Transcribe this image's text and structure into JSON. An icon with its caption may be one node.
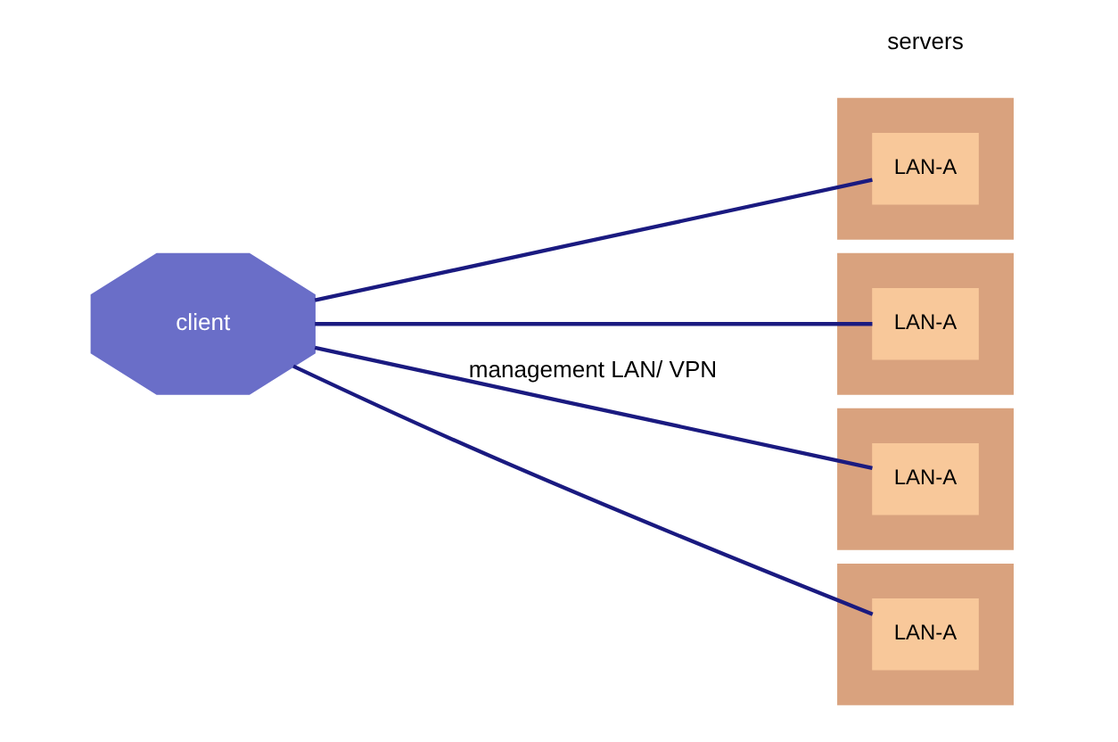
{
  "diagram": {
    "nodes": [
      {
        "text": [
          "client"
        ]
      },
      {
        "text": [],
        "shape": "box"
      },
      {
        "text": [
          "LAN-A"
        ],
        "in": 1
      },
      {
        "text": [],
        "shape": "box"
      },
      {
        "text": [
          "LAN-A"
        ],
        "in": 3
      },
      {
        "text": [],
        "shape": "box"
      },
      {
        "text": [
          "LAN-A"
        ],
        "in": 5
      },
      {
        "text": [],
        "shape": "box"
      },
      {
        "text": [
          "LAN-A"
        ],
        "in": 7
      }
    ],
    "edges": [
      {
        "from": 0,
        "to": 2,
        "arrow": "none"
      },
      {
        "from": 0,
        "to": 4,
        "arrow": "none"
      },
      {
        "from": 0,
        "to": 6,
        "arrow": "none",
        "label": "management LAN/ VPN"
      },
      {
        "from": 0,
        "to": 8,
        "arrow": "none"
      }
    ],
    "labels": [
      "servers"
    ]
  }
}
